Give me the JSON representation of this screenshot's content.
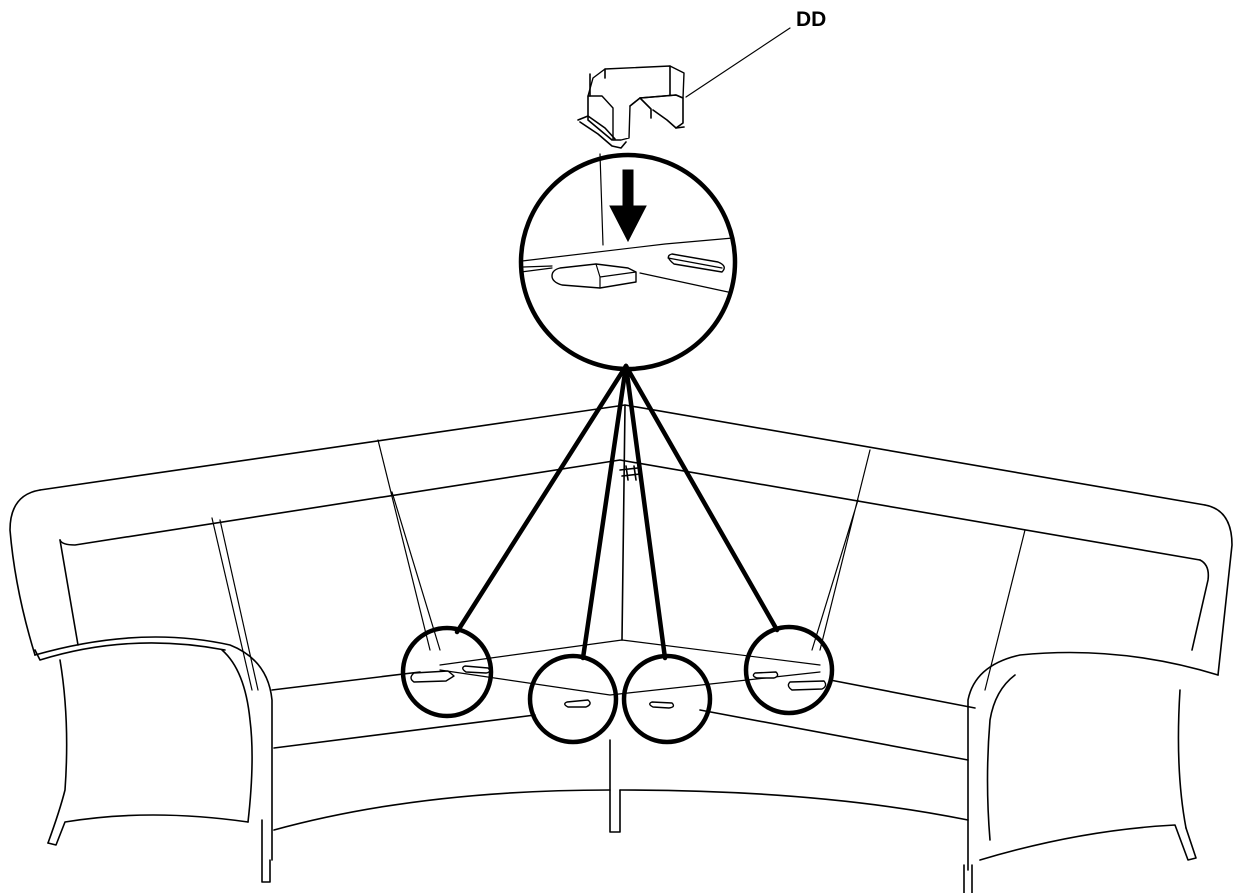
{
  "diagram": {
    "part_label": "DD",
    "part_name": "connector-clip",
    "instruction_icon": "down-arrow-icon",
    "callout_count": 4,
    "colors": {
      "line": "#000000",
      "background": "#ffffff"
    }
  }
}
